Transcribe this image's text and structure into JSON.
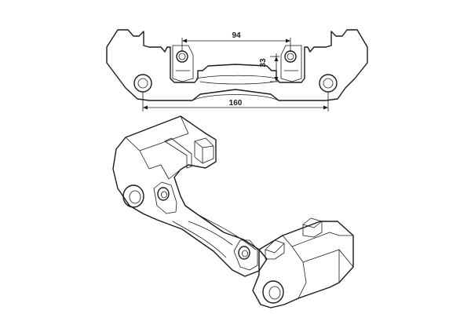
{
  "drawing": {
    "dimensions": {
      "hole_spacing_inner": "94",
      "hole_offset": "33",
      "hole_spacing_outer": "160"
    }
  },
  "colors": {
    "line": "#1a1a1a",
    "background": "#ffffff"
  }
}
